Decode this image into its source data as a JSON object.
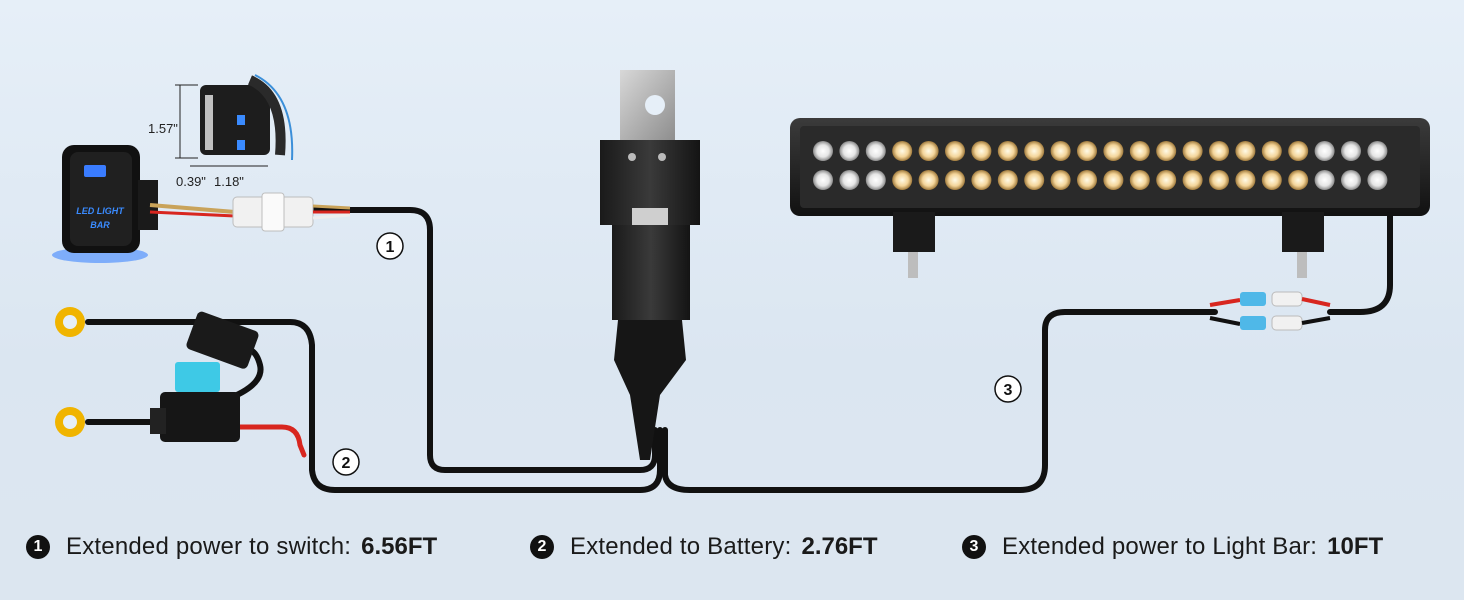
{
  "switch": {
    "label_line1": "LED LIGHT",
    "label_line2": "BAR",
    "dim_height": "1.57\"",
    "dim_depth": "0.39\"",
    "dim_width": "1.18\""
  },
  "callouts": {
    "c1": "1",
    "c2": "2",
    "c3": "3"
  },
  "legend": [
    {
      "num": "1",
      "text": "Extended power to switch:",
      "value": "6.56FT"
    },
    {
      "num": "2",
      "text": "Extended to Battery:",
      "value": "2.76FT"
    },
    {
      "num": "3",
      "text": "Extended power to Light Bar:",
      "value": "10FT"
    }
  ],
  "colors": {
    "wire": "#111111",
    "red_wire": "#d8261f",
    "ring_terminal": "#f0b400",
    "fuse": "#3ec9e6",
    "switch_glow": "#2f7bff",
    "connector": "#4fb8e8"
  }
}
